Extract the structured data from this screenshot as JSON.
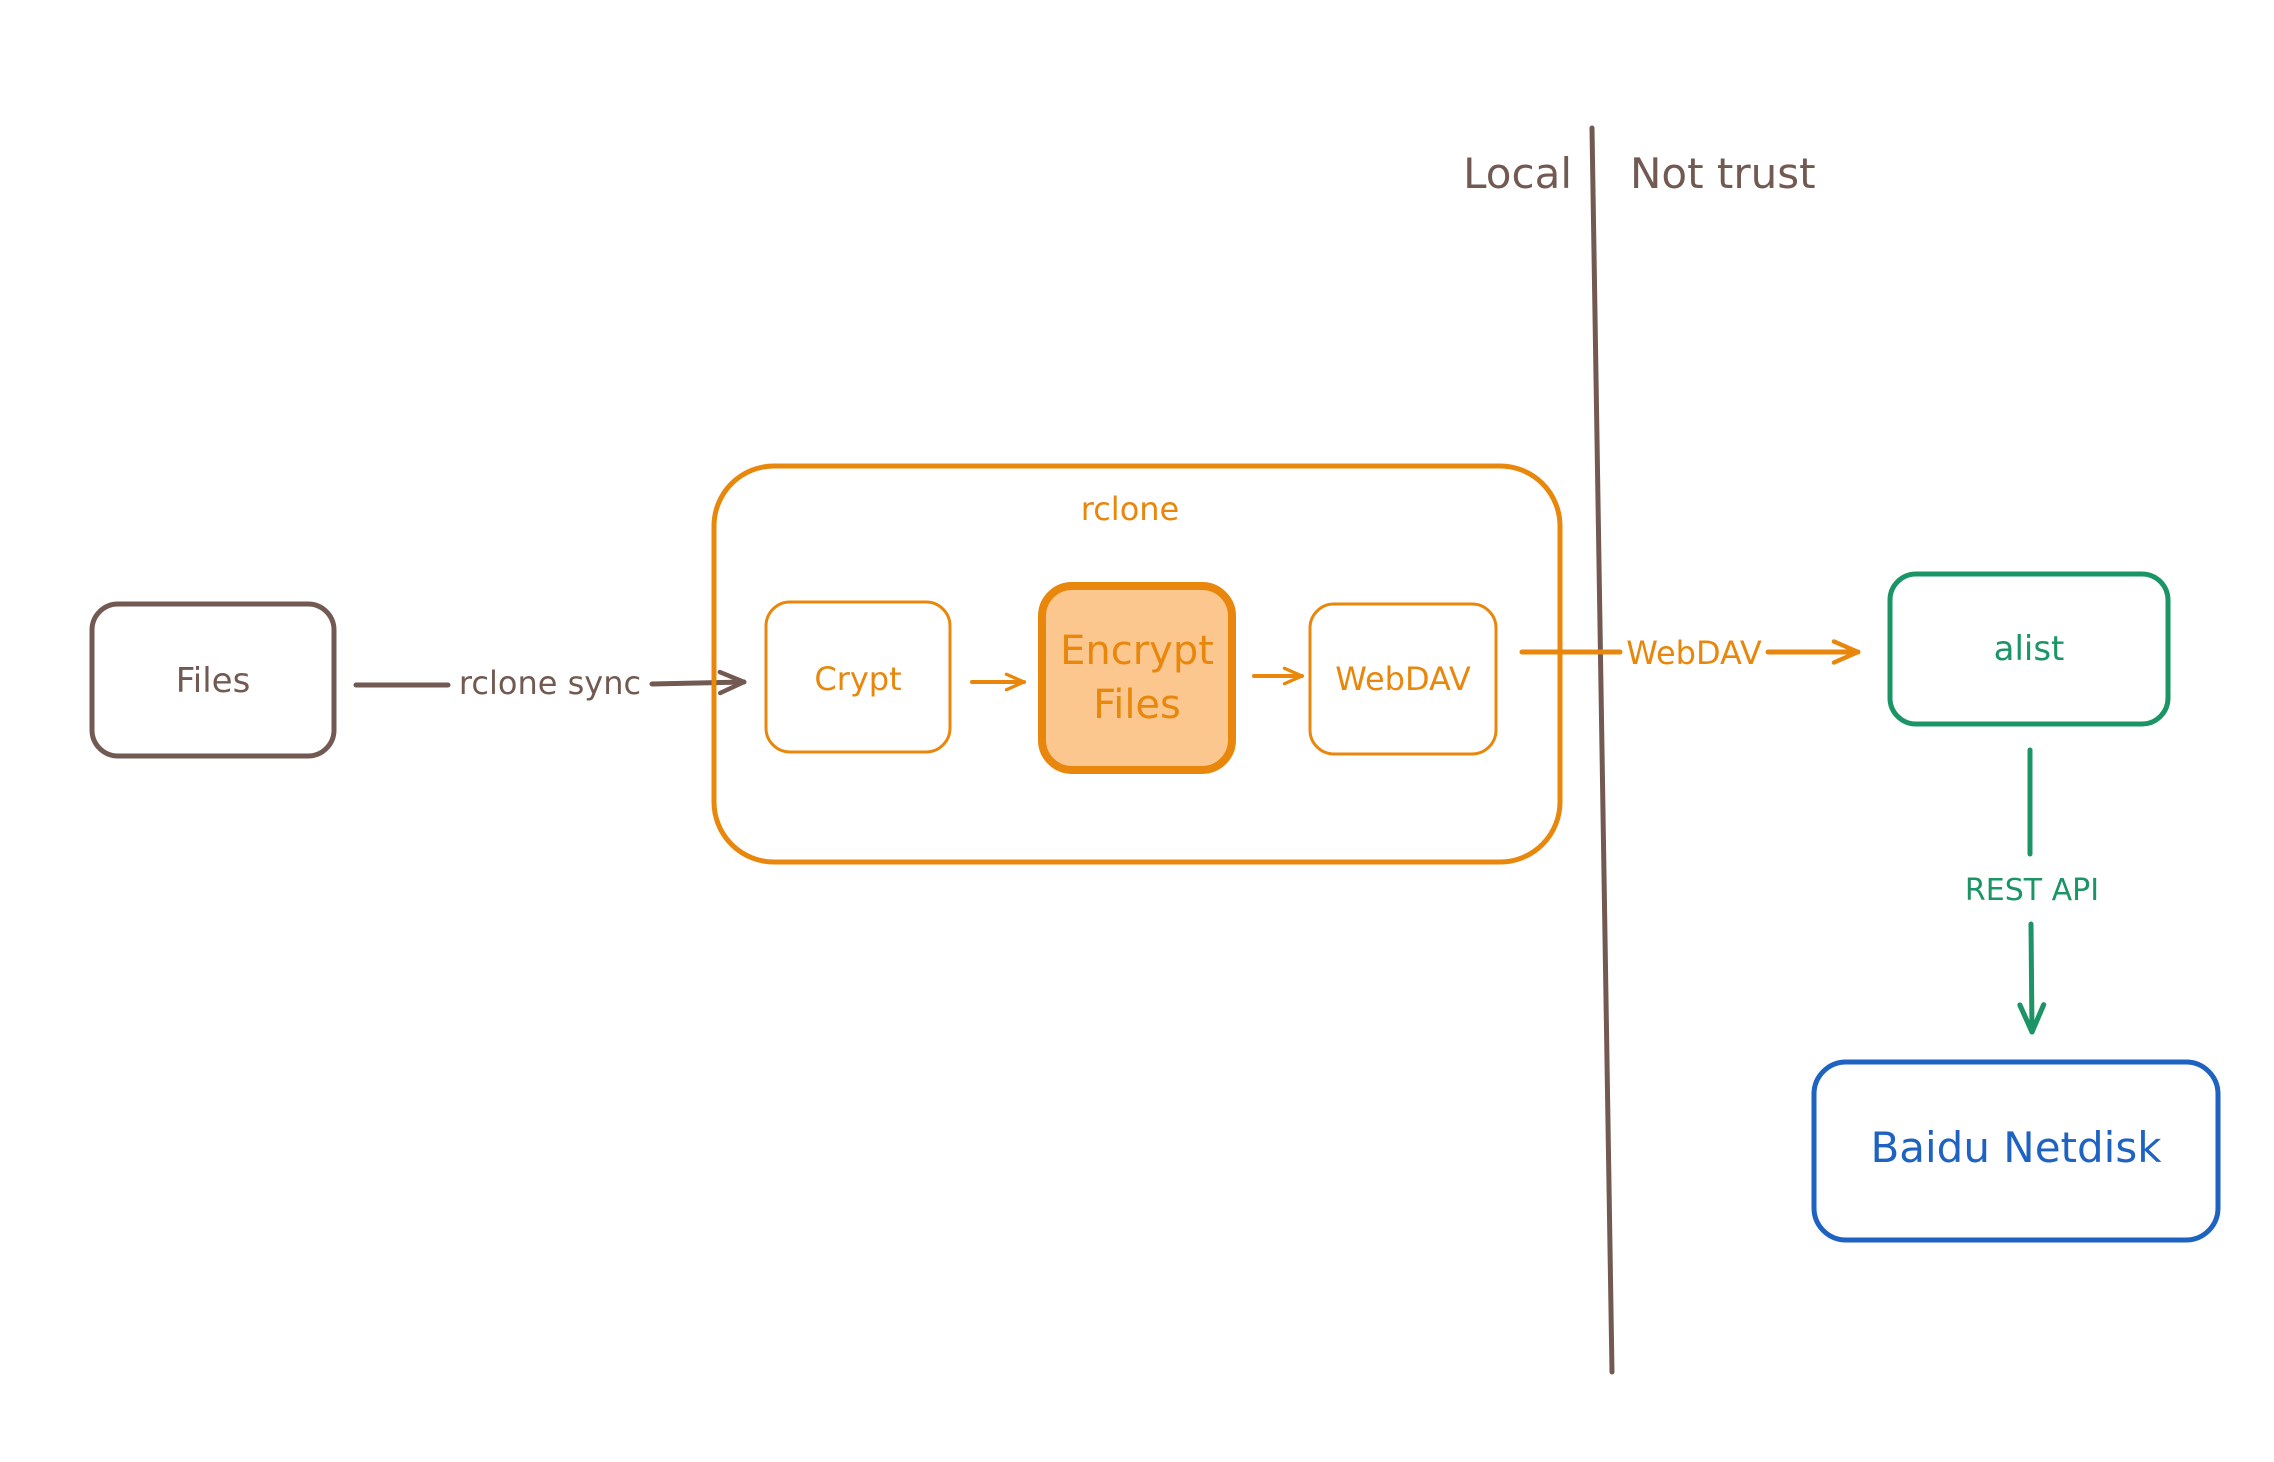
{
  "colors": {
    "brown": "#725a52",
    "orange": "#e8870b",
    "orange_fill": "#fbc78f",
    "green": "#1b9466",
    "blue": "#1f63c2",
    "background": "#ffffff"
  },
  "zones": {
    "local": "Local",
    "untrusted": "Not trust"
  },
  "nodes": {
    "files": "Files",
    "rclone": "rclone",
    "crypt": "Crypt",
    "encrypt_line1": "Encrypt",
    "encrypt_line2": "Files",
    "webdav_inner": "WebDAV",
    "alist": "alist",
    "baidu": "Baidu Netdisk"
  },
  "edges": {
    "rclone_sync": "rclone sync",
    "webdav": "WebDAV",
    "rest_api": "REST API"
  }
}
